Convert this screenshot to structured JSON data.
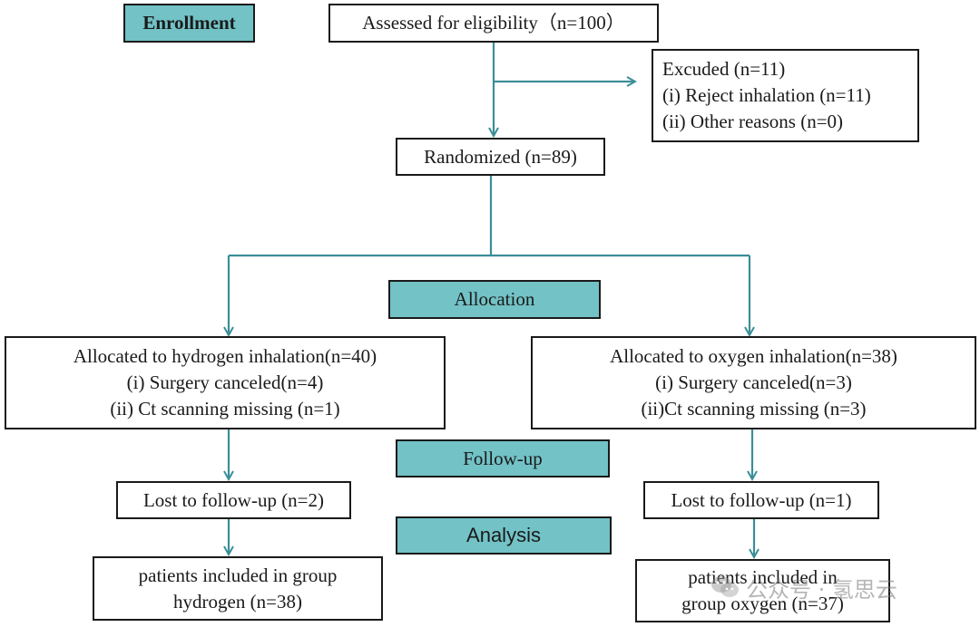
{
  "colors": {
    "stage_fill": "#72c2c6",
    "arrow": "#3b8e98",
    "border": "#1a1a1a"
  },
  "stages": {
    "enrollment": "Enrollment",
    "allocation": "Allocation",
    "follow_up": "Follow-up",
    "analysis": "Analysis"
  },
  "assessed": "Assessed for eligibility（n=100）",
  "excluded": {
    "title": "Excuded (n=11)",
    "reasons": [
      "(i) Reject inhalation (n=11)",
      "(ii) Other reasons (n=0)"
    ]
  },
  "randomized": "Randomized (n=89)",
  "hydrogen": {
    "allocated": "Allocated to hydrogen inhalation(n=40)",
    "details": [
      "(i) Surgery canceled(n=4)",
      "(ii) Ct scanning missing (n=1)"
    ],
    "lost": "Lost to follow-up (n=2)",
    "analyzed": [
      "patients included in group",
      "hydrogen  (n=38)"
    ]
  },
  "oxygen": {
    "allocated": "Allocated to oxygen inhalation(n=38)",
    "details": [
      "(i) Surgery canceled(n=3)",
      "(ii)Ct scanning missing (n=3)"
    ],
    "lost": "Lost to follow-up (n=1)",
    "analyzed": [
      "patients included in",
      "group oxygen  (n=37)"
    ]
  },
  "watermark": {
    "icon": "wechat-icon",
    "text": "公众号 · 氢思云"
  }
}
